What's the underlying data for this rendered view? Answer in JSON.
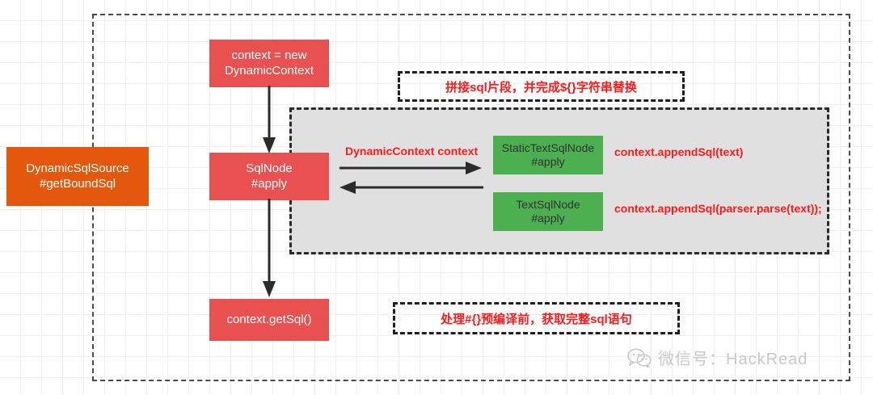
{
  "diagram": {
    "type": "flow-diagram",
    "title": "DynamicSqlSource getBoundSql flow",
    "colors": {
      "orange": "#e4580d",
      "red": "#e8514f",
      "green": "#4caf50",
      "annotation_text": "#ff1a1a",
      "gray_region": "#e0e0e0",
      "dash_border": "#2b2b2b",
      "grid_line": "#f0f0f0",
      "watermark": "#c9c9c9"
    },
    "nodes": {
      "dynamic_sql_source": "DynamicSqlSource\n#getBoundSql",
      "context_new": "context = new\nDynamicContext",
      "sqlnode_apply": "SqlNode\n#apply",
      "context_getsql": "context.getSql()",
      "static_text_sql_node": "StaticTextSqlNode\n#apply",
      "text_sql_node": "TextSqlNode\n#apply"
    },
    "annotations": {
      "top_box": "拼接sql片段，并完成${}字符串替换",
      "bottom_box": "处理#{}预编译前，获取完整sql语句"
    },
    "labels": {
      "dynamic_context": "DynamicContext context",
      "append_sql_text": "context.appendSql(text)",
      "append_sql_parse": "context.appendSql(parser.parse(text));"
    },
    "watermark": {
      "icon": "wechat-icon",
      "text": "微信号：HackRead"
    }
  }
}
